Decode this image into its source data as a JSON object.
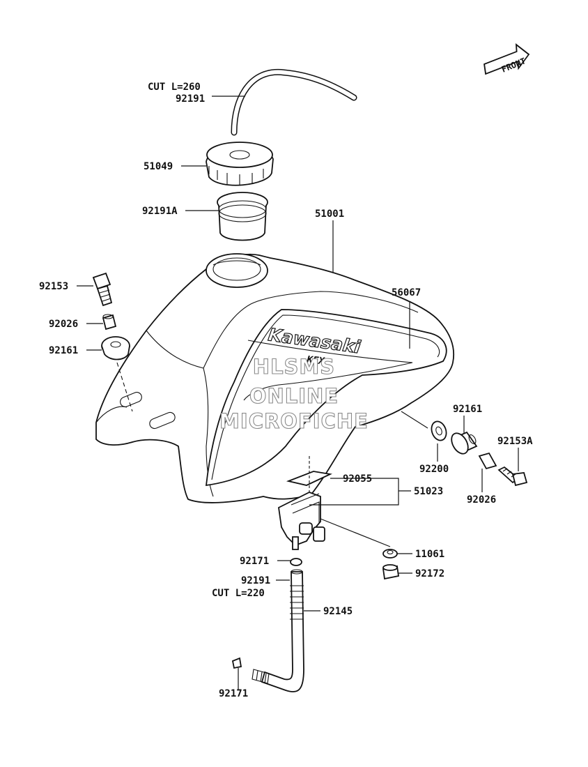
{
  "front_indicator": "FRONT",
  "tank_logo": "Kawasaki",
  "tank_model_badge": "KFX",
  "watermark": [
    "HLSMS",
    "ONLINE",
    "MICROFICHE"
  ],
  "callouts": {
    "breather_cut": "CUT L=260",
    "breather_hose": "92191",
    "cap": "51049",
    "cap_gasket": "92191A",
    "tank": "51001",
    "tank_bolt": "92153",
    "tank_collar_left": "92026",
    "tank_damper_left": "92161",
    "tank_emblem": "56067",
    "damper_right": "92161",
    "washer": "92200",
    "bolt_right": "92153A",
    "collar_right": "92026",
    "cock_gasket": "92055",
    "fuel_cock": "51023",
    "nut": "11061",
    "clip_upper": "92171",
    "bolt_cock": "92172",
    "fuel_hose": "92191",
    "fuel_hose_cut": "CUT L=220",
    "hose_protector": "92145",
    "clip_lower": "92171"
  }
}
